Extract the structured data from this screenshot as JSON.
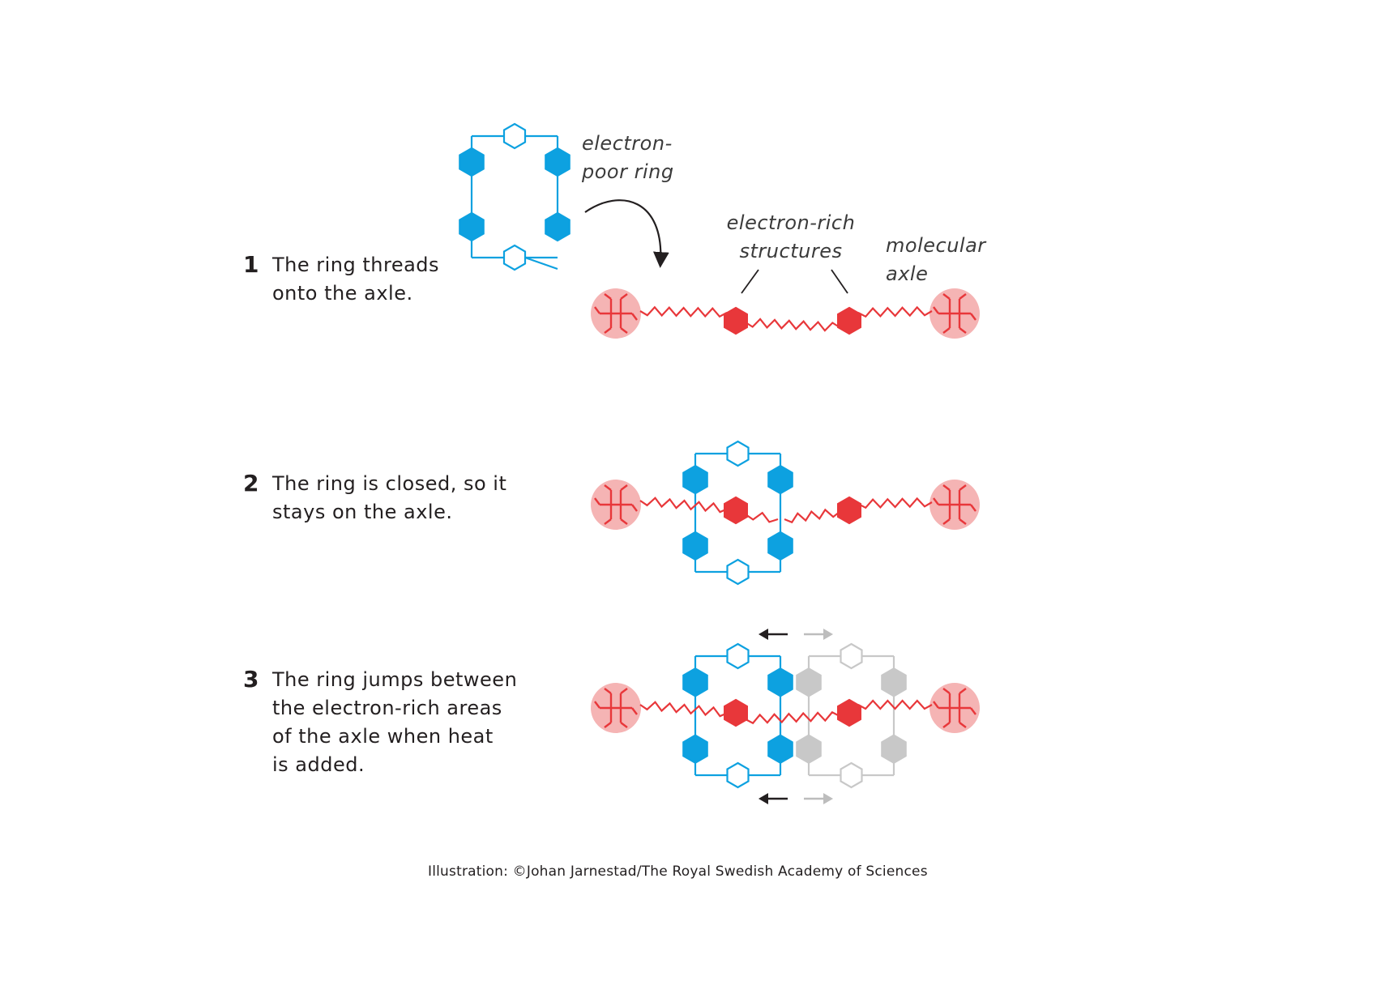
{
  "steps": [
    {
      "number": "1",
      "lines": [
        "The ring threads",
        "onto the axle."
      ]
    },
    {
      "number": "2",
      "lines": [
        "The ring is closed, so it",
        "stays on the axle."
      ]
    },
    {
      "number": "3",
      "lines": [
        "The ring jumps between",
        "the electron-rich areas",
        "of the axle when heat",
        "is added."
      ]
    }
  ],
  "labels": {
    "electron_poor_ring": [
      "electron-",
      "poor ring"
    ],
    "electron_rich_structures": [
      "electron-rich",
      "structures"
    ],
    "molecular_axle": [
      "molecular",
      "axle"
    ]
  },
  "credit": "Illustration: ©Johan Jarnestad/The Royal Swedish Academy of Sciences",
  "colors": {
    "ring": "#0da1e0",
    "axle": "#e8373a",
    "stopper": "#f5b4b4",
    "ghost": "#c8c8c8",
    "arrow_dark": "#231f20",
    "arrow_light": "#bdbdbd"
  }
}
